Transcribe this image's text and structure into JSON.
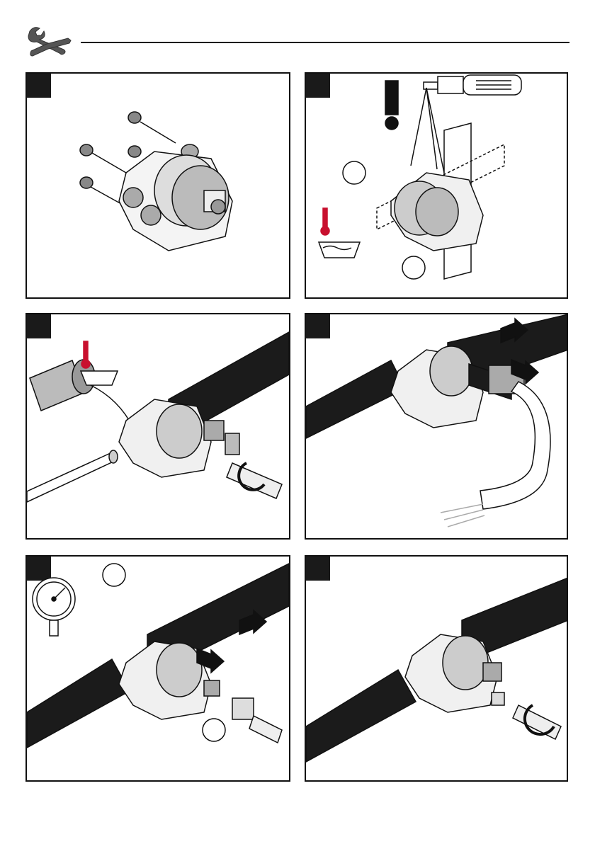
{
  "header": {
    "icon": "tools-icon"
  },
  "panels": [
    {
      "step": "",
      "icon": "valve-body-with-plugs"
    },
    {
      "step": "",
      "icon": "screwdriver-level-mounting"
    },
    {
      "step": "",
      "icon": "pipe-connection-heat"
    },
    {
      "step": "",
      "icon": "flushing-hose"
    },
    {
      "step": "",
      "icon": "pressure-gauge-test"
    },
    {
      "step": "",
      "icon": "plug-installation"
    }
  ],
  "footer": {
    "text": ""
  },
  "colors": {
    "ink": "#111111",
    "warning_red": "#c8102e",
    "pipe": "#1b1b1b"
  }
}
